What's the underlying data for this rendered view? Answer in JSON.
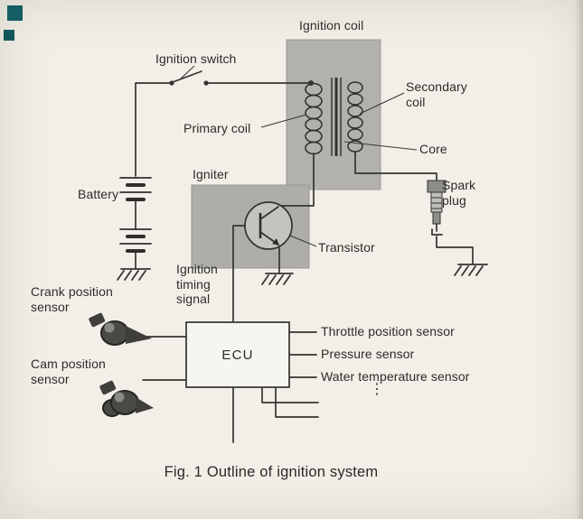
{
  "page": {
    "caption": "Fig. 1  Outline of ignition system",
    "background_color": "#f1efe8",
    "ink_color": "#35342f",
    "component_box_color": "#b2b1ad",
    "corner_mark_color": "#155e63"
  },
  "diagram": {
    "labels": {
      "ignition_coil": "Ignition coil",
      "ignition_switch": "Ignition switch",
      "secondary_coil": "Secondary\ncoil",
      "primary_coil": "Primary coil",
      "core": "Core",
      "battery": "Battery",
      "igniter": "Igniter",
      "spark_plug": "Spark\nplug",
      "transistor": "Transistor",
      "ignition_timing_signal": "Ignition\ntiming\nsignal",
      "crank_position_sensor": "Crank position\nsensor",
      "cam_position_sensor": "Cam position\nsensor",
      "ecu": "ECU",
      "throttle_position_sensor": "Throttle position sensor",
      "pressure_sensor": "Pressure sensor",
      "water_temperature_sensor": "Water temperature sensor",
      "more_sensors": "⋮"
    }
  }
}
